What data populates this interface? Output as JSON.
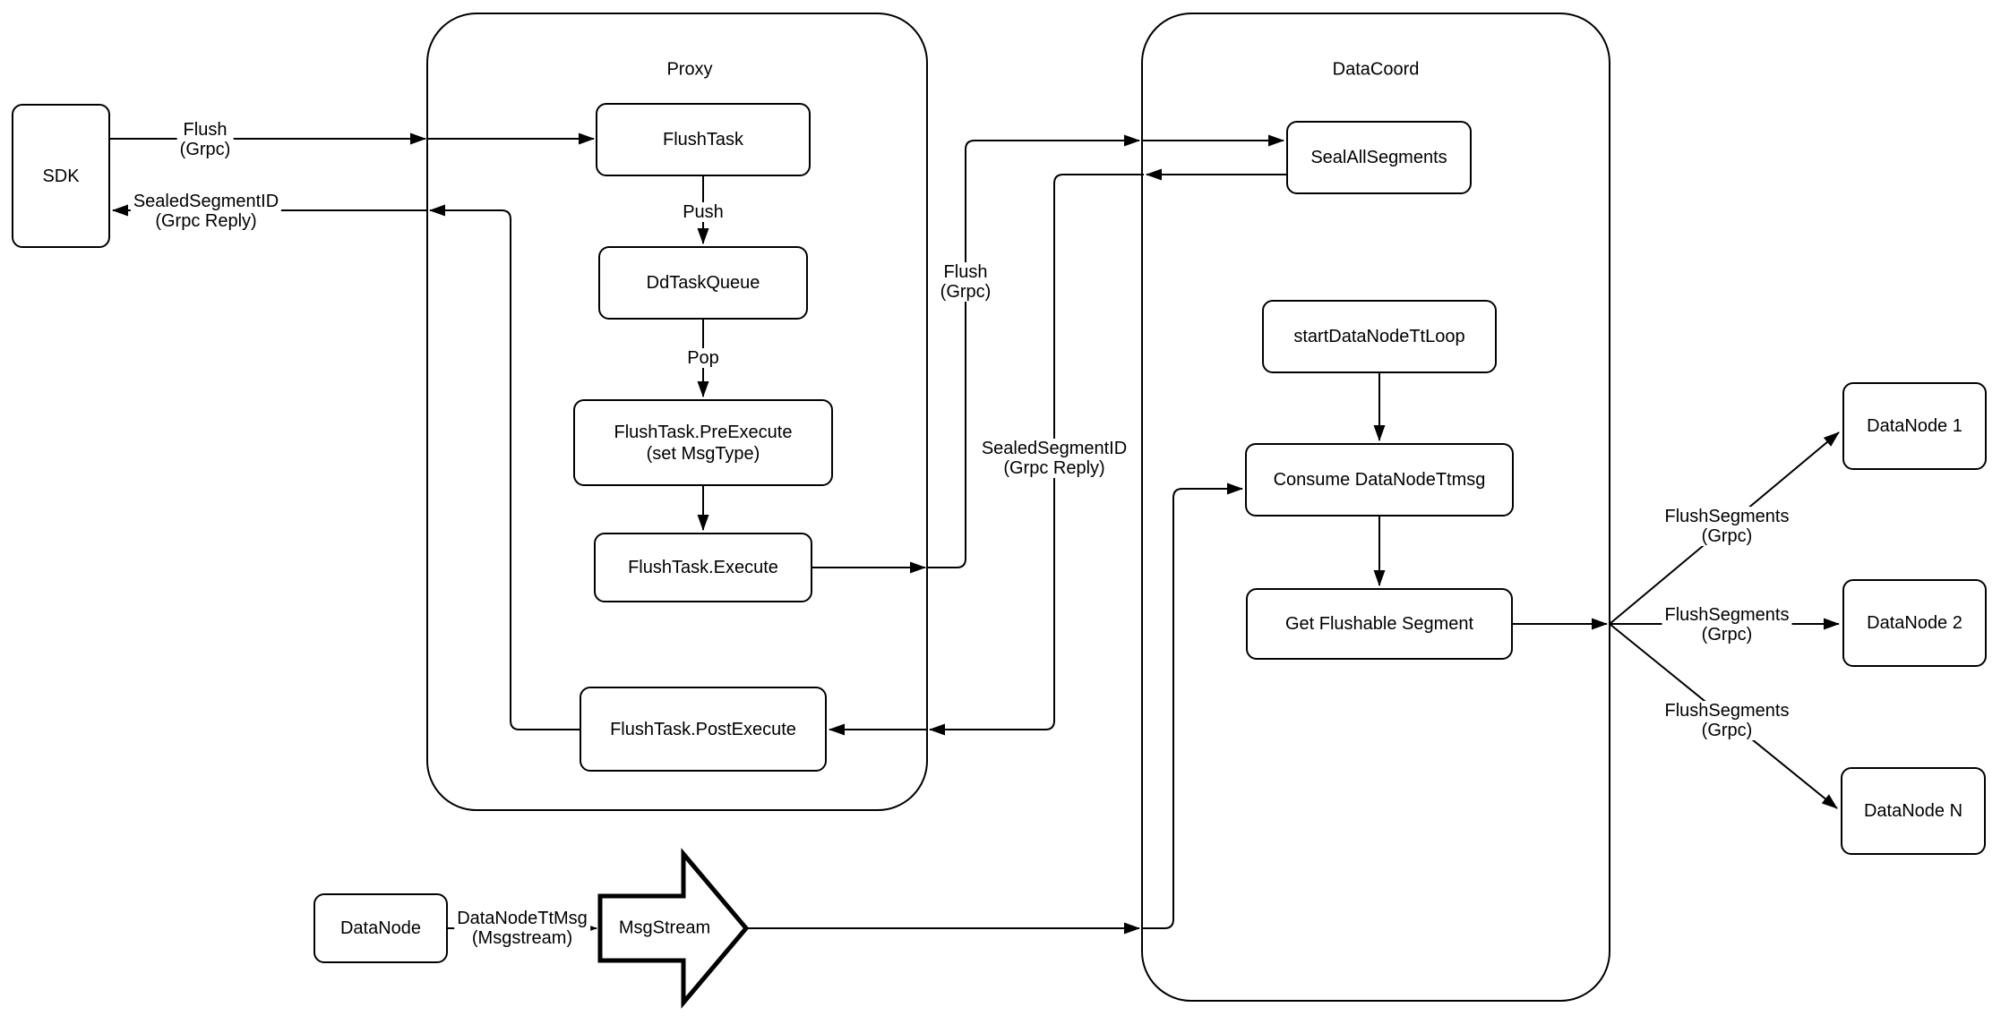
{
  "diagram": {
    "background": "#ffffff",
    "line_color": "#000000",
    "node_fill": "#ffffff",
    "containers": {
      "proxy": {
        "title": "Proxy"
      },
      "datacoord": {
        "title": "DataCoord"
      }
    },
    "nodes": {
      "sdk": {
        "label": "SDK"
      },
      "flush_task": {
        "label": "FlushTask"
      },
      "dd_task_queue": {
        "label": "DdTaskQueue"
      },
      "pre_execute": {
        "line1": "FlushTask.PreExecute",
        "line2": "(set MsgType)"
      },
      "execute": {
        "label": "FlushTask.Execute"
      },
      "post_execute": {
        "label": "FlushTask.PostExecute"
      },
      "seal_all_segments": {
        "label": "SealAllSegments"
      },
      "start_data_node_tt_loop": {
        "label": "startDataNodeTtLoop"
      },
      "consume_data_node_ttmsg": {
        "label": "Consume DataNodeTtmsg"
      },
      "get_flushable_segment": {
        "label": "Get Flushable Segment"
      },
      "data_node_1": {
        "label": "DataNode 1"
      },
      "data_node_2": {
        "label": "DataNode 2"
      },
      "data_node_n": {
        "label": "DataNode N"
      },
      "data_node": {
        "label": "DataNode"
      },
      "msg_stream": {
        "label": "MsgStream"
      }
    },
    "edge_labels": {
      "flush_to_proxy": {
        "line1": "Flush",
        "line2": "(Grpc)"
      },
      "sealed_to_sdk": {
        "line1": "SealedSegmentID",
        "line2": "(Grpc Reply)"
      },
      "push": {
        "line1": "Push"
      },
      "pop": {
        "line1": "Pop"
      },
      "flush_to_datacoord": {
        "line1": "Flush",
        "line2": "(Grpc)"
      },
      "sealed_to_proxy": {
        "line1": "SealedSegmentID",
        "line2": "(Grpc Reply)"
      },
      "data_node_tt_msg": {
        "line1": "DataNodeTtMsg",
        "line2": "(Msgstream)"
      },
      "flush_segments_1": {
        "line1": "FlushSegments",
        "line2": "(Grpc)"
      },
      "flush_segments_2": {
        "line1": "FlushSegments",
        "line2": "(Grpc)"
      },
      "flush_segments_3": {
        "line1": "FlushSegments",
        "line2": "(Grpc)"
      }
    }
  }
}
